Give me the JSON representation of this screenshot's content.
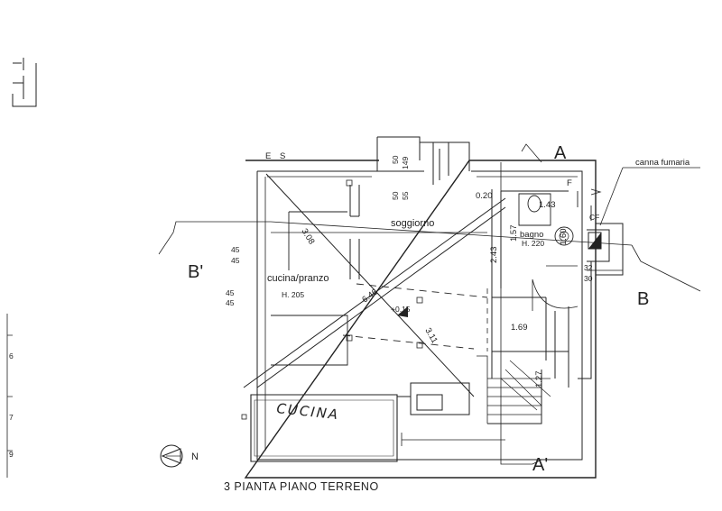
{
  "sheet": {
    "caption": "3  PIANTA PIANO TERRENO",
    "north_label": "N",
    "handwritten_note": "CUCINA"
  },
  "rooms": {
    "soggiorno": "soggiorno",
    "cucina_pranzo": "cucina/pranzo",
    "cucina_pranzo_height": "H. 205",
    "bagno": "bagno",
    "bagno_height": "H. 220",
    "canna_fumaria": "canna fumaria",
    "cf": "CF"
  },
  "sections": {
    "a": "A",
    "a_prime": "A'",
    "b": "B",
    "b_prime": "B'"
  },
  "corners": {
    "e": "E",
    "s": "S",
    "f": "F"
  },
  "dimensions": {
    "d_308": "3.08",
    "d_646": "6.46",
    "d_243": "2.43",
    "d_020": "0.20",
    "d_143": "1.43",
    "d_157": "1.57",
    "d_160": "1.60",
    "d_169": "1.69",
    "d_311": "3.11",
    "d_127": "1.27",
    "level": "+0.15",
    "w_50": "50",
    "w_149": "149",
    "w_50b": "50",
    "w_55": "55",
    "w_45a": "45",
    "w_45b": "45",
    "w_45c": "45",
    "w_45d": "45",
    "w_32": "32",
    "w_30": "30"
  },
  "scale_marks": [
    "6",
    "7",
    "9"
  ],
  "colors": {
    "ink": "#222222",
    "paper": "#ffffff"
  }
}
